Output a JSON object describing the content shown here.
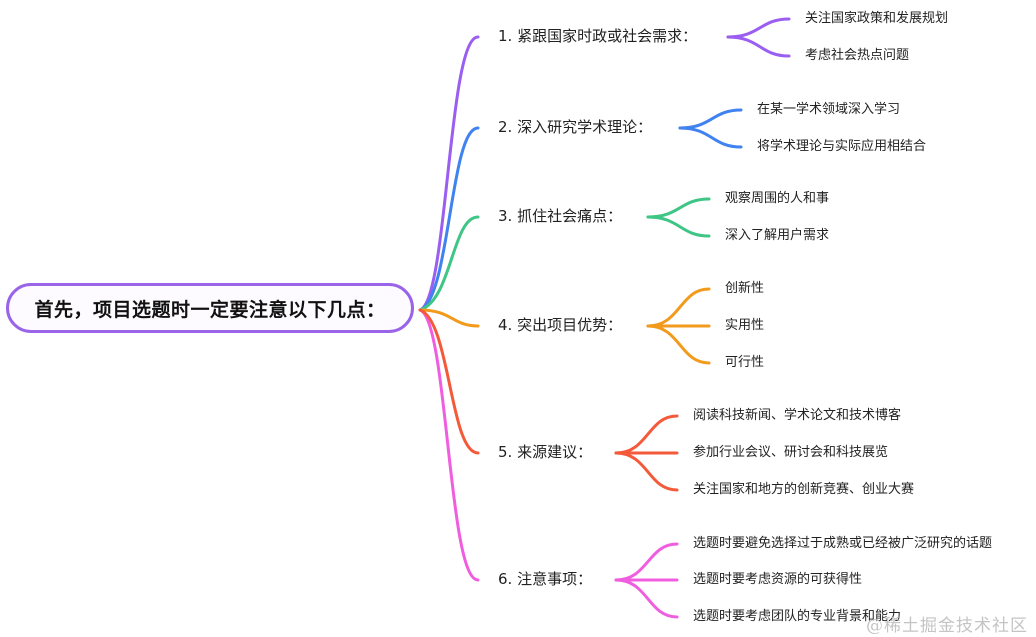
{
  "root": {
    "label": "首先，项目选题时一定要注意以下几点：",
    "color": "#9a64e8"
  },
  "branches": [
    {
      "label": "1. 紧跟国家时政或社会需求：",
      "color": "#9a5ef0",
      "children": [
        "关注国家政策和发展规划",
        "考虑社会热点问题"
      ]
    },
    {
      "label": "2. 深入研究学术理论：",
      "color": "#3f82f0",
      "children": [
        "在某一学术领域深入学习",
        "将学术理论与实际应用相结合"
      ]
    },
    {
      "label": "3. 抓住社会痛点：",
      "color": "#3fc585",
      "children": [
        "观察周围的人和事",
        "深入了解用户需求"
      ]
    },
    {
      "label": "4. 突出项目优势：",
      "color": "#f29a1c",
      "children": [
        "创新性",
        "实用性",
        "可行性"
      ]
    },
    {
      "label": "5. 来源建议：",
      "color": "#f45a3a",
      "children": [
        "阅读科技新闻、学术论文和技术博客",
        "参加行业会议、研讨会和科技展览",
        "关注国家和地方的创新竞赛、创业大赛"
      ]
    },
    {
      "label": "6. 注意事项：",
      "color": "#f05ee0",
      "children": [
        "选题时要避免选择过于成熟或已经被广泛研究的话题",
        "选题时要考虑资源的可获得性",
        "选题时要考虑团队的专业背景和能力"
      ]
    }
  ],
  "watermark": "@稀土掘金技术社区"
}
